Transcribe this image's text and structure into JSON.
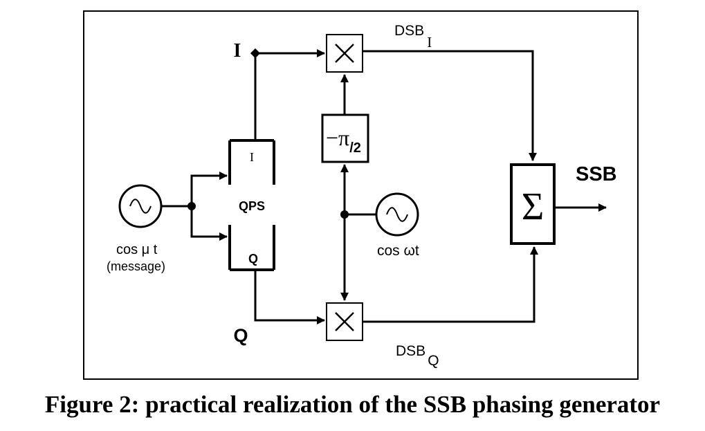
{
  "labels": {
    "i_branch": "I",
    "q_branch": "Q",
    "dsb_i_main": "DSB",
    "dsb_i_sub": "I",
    "dsb_q_main": "DSB",
    "dsb_q_sub": "Q",
    "ssb_output": "SSB",
    "message_signal": "cos μ t",
    "message_note": "(message)",
    "carrier_signal": "cos ωt"
  },
  "blocks": {
    "qps": {
      "title": "QPS",
      "port_i": "I",
      "port_q": "Q"
    },
    "phase_shift": {
      "main": "−π",
      "sub": "/2"
    },
    "multiplier_symbol": "×",
    "summer_symbol": "Σ"
  },
  "caption": "Figure 2:  practical realization of the SSB phasing generator"
}
